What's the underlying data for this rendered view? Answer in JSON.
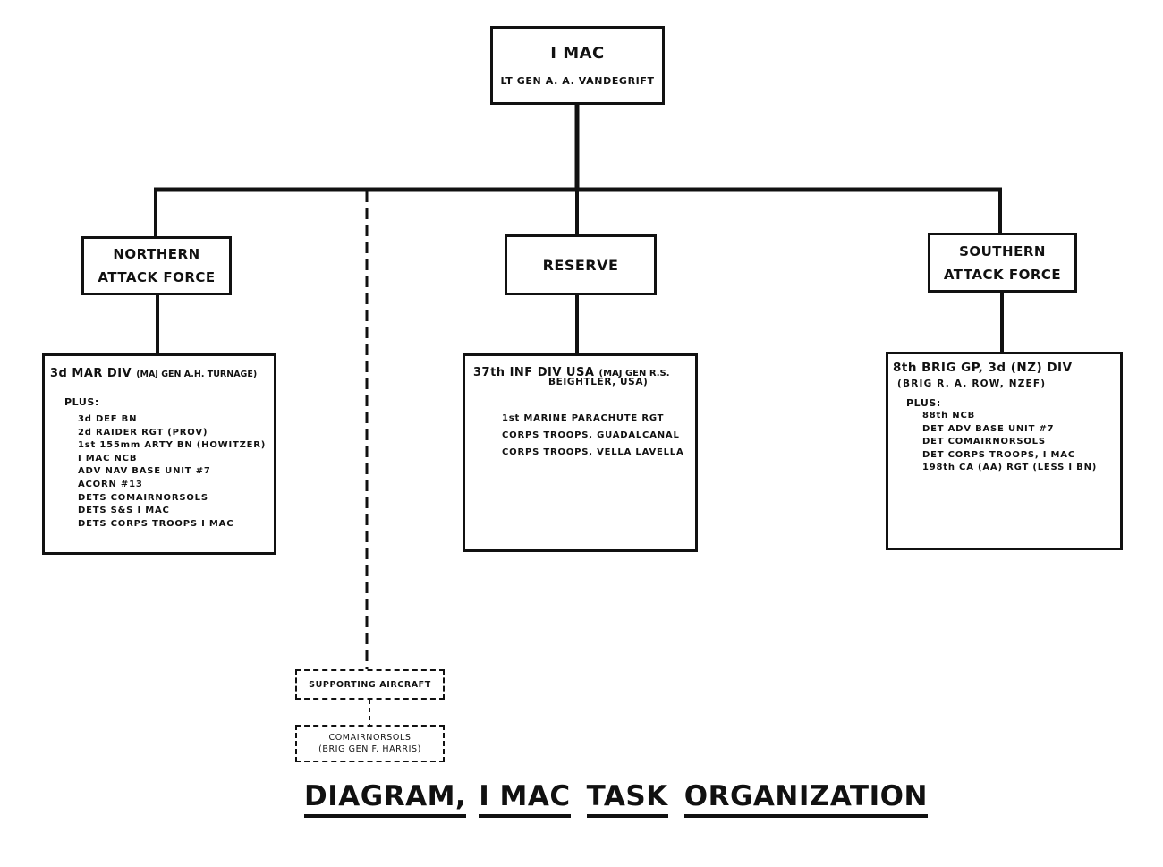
{
  "top": {
    "title": "I MAC",
    "commander": "LT GEN A. A. VANDEGRIFT"
  },
  "northern": {
    "label_line1": "NORTHERN",
    "label_line2": "ATTACK FORCE",
    "unit_title": "3d MAR DIV",
    "unit_commander": "(MAJ GEN A.H. TURNAGE)",
    "plus_label": "PLUS:",
    "items": [
      "3d DEF BN",
      "2d RAIDER RGT (PROV)",
      "1st 155mm ARTY BN (HOWITZER)",
      "I MAC NCB",
      "ADV NAV BASE UNIT #7",
      "ACORN #13",
      "DETS COMAIRNORSOLS",
      "DETS S&S I MAC",
      "DETS CORPS TROOPS I MAC"
    ]
  },
  "reserve": {
    "label": "RESERVE",
    "unit_title": "37th INF DIV USA",
    "unit_commander_line1": "(MAJ GEN R.S.",
    "unit_commander_line2": "BEIGHTLER, USA)",
    "items": [
      "1st MARINE PARACHUTE RGT",
      "CORPS TROOPS, GUADALCANAL",
      "CORPS TROOPS, VELLA LAVELLA"
    ]
  },
  "southern": {
    "label_line1": "SOUTHERN",
    "label_line2": "ATTACK FORCE",
    "unit_title": "8th BRIG GP, 3d (NZ) DIV",
    "unit_commander": "(BRIG R. A. ROW, NZEF)",
    "plus_label": "PLUS:",
    "items": [
      "88th NCB",
      "DET ADV BASE UNIT #7",
      "DET COMAIRNORSOLS",
      "DET CORPS TROOPS, I MAC",
      "198th CA (AA) RGT (LESS I BN)"
    ]
  },
  "air": {
    "supporting": "SUPPORTING AIRCRAFT",
    "comair_line1": "COMAIRNORSOLS",
    "comair_line2": "(BRIG GEN F. HARRIS)"
  },
  "caption": {
    "part1": "DIAGRAM,",
    "part2": "I MAC",
    "part3": "TASK",
    "part4": "ORGANIZATION"
  }
}
